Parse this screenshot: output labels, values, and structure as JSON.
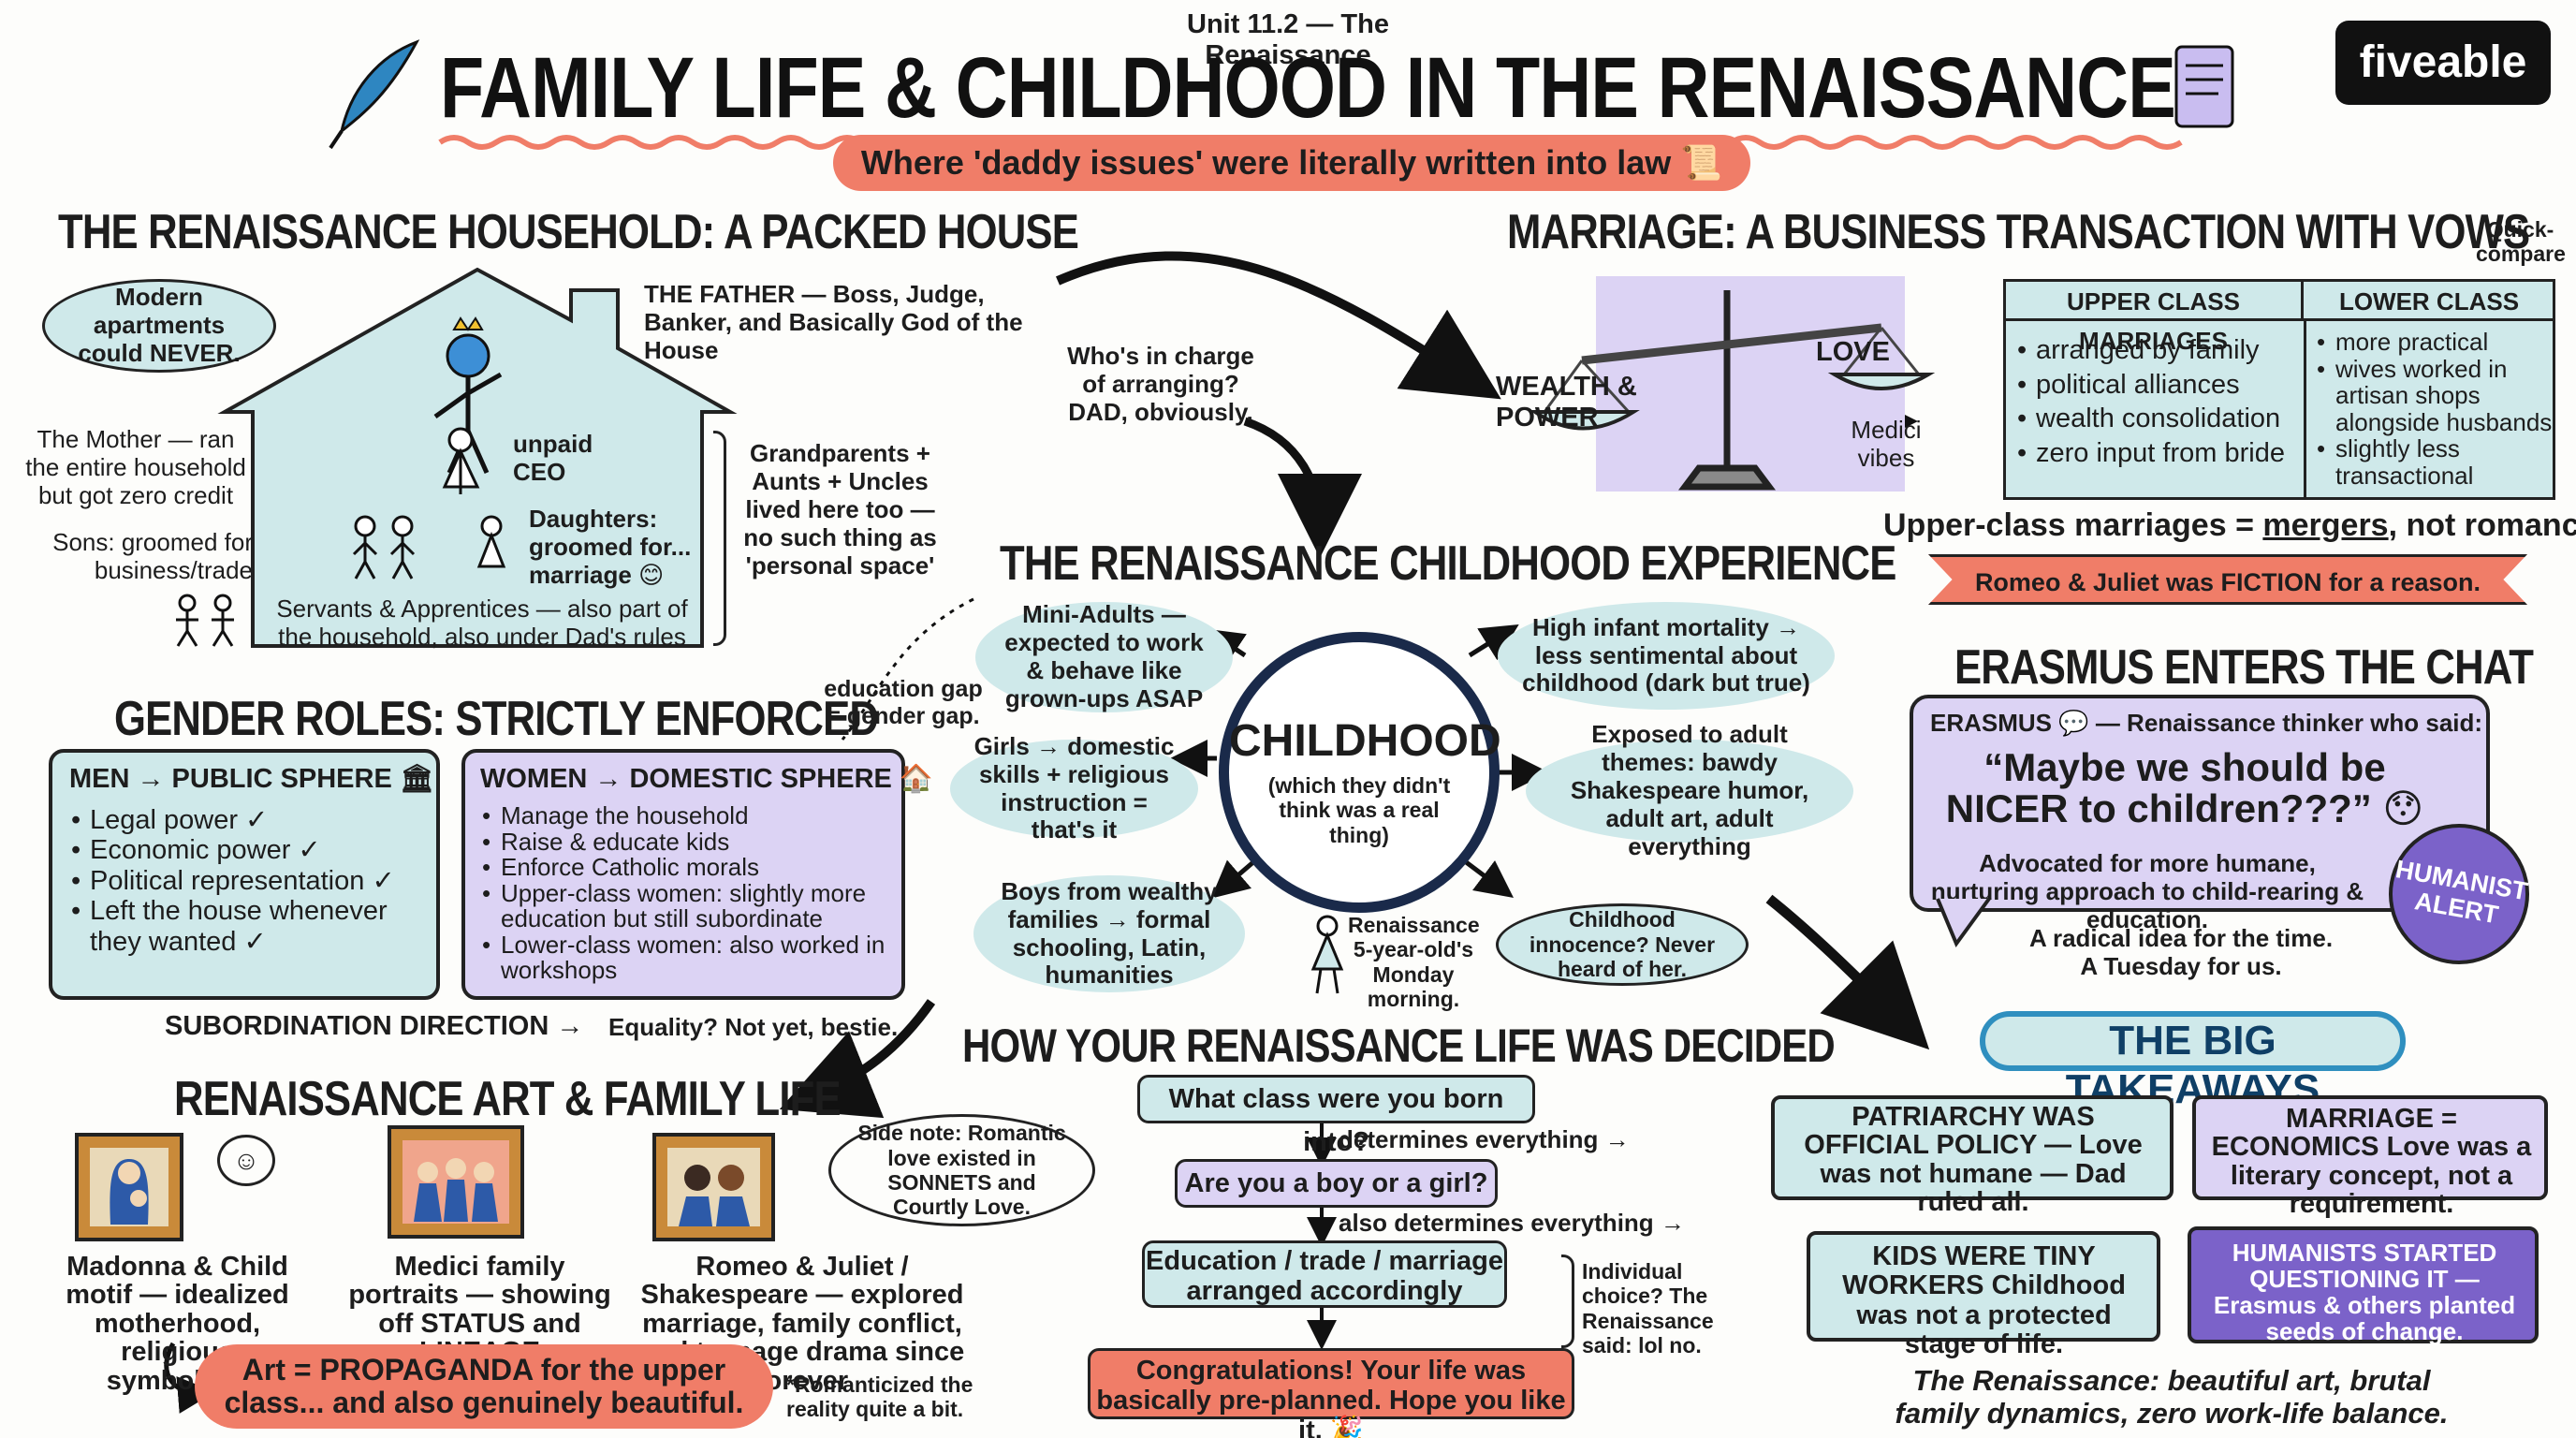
{
  "header": {
    "unit": "Unit 11.2 — The Renaissance",
    "title": "FAMILY LIFE & CHILDHOOD IN THE RENAISSANCE",
    "subtitle": "Where 'daddy issues' were literally written into law 📜",
    "logo": "fiveable"
  },
  "household": {
    "title": "THE RENAISSANCE HOUSEHOLD: A PACKED HOUSE",
    "apartments_bubble": "Modern apartments could NEVER.",
    "father": "THE FATHER — Boss, Judge, Banker, and Basically God of the House",
    "mother": "The Mother — ran the entire household but got zero credit",
    "unpaid": "unpaid CEO",
    "sons": "Sons: groomed for business/trade",
    "daughters": "Daughters: groomed for... marriage 😊",
    "servants": "Servants & Apprentices — also part of the household, also under Dad's rules",
    "grandparents": "Grandparents + Aunts + Uncles lived here too — no such thing as 'personal space'"
  },
  "arranging": "Who's in charge of arranging? DAD, obviously.",
  "marriage": {
    "title": "MARRIAGE: A BUSINESS TRANSACTION WITH VOWS",
    "quick": "Quick-compare",
    "wealth": "WEALTH & POWER",
    "love": "LOVE",
    "medici": "Medici vibes",
    "upper_header": "UPPER CLASS MARRIAGES",
    "lower_header": "LOWER CLASS",
    "upper": [
      "arranged by family",
      "political alliances",
      "wealth consolidation",
      "zero input from bride"
    ],
    "lower": [
      "more practical",
      "wives worked in artisan shops alongside husbands",
      "slightly less transactional"
    ],
    "mergers_pre": "Upper-class marriages = ",
    "mergers_u": "mergers",
    "mergers_post": ", not romance.",
    "romeo": "Romeo & Juliet was FICTION for a reason."
  },
  "childhood": {
    "title": "THE RENAISSANCE CHILDHOOD EXPERIENCE",
    "center": "CHILDHOOD",
    "center_sub": "(which they didn't think was a real thing)",
    "mini": "Mini-Adults — expected to work & behave like grown-ups ASAP",
    "infant": "High infant mortality → less sentimental about childhood (dark but true)",
    "girls": "Girls → domestic skills + religious instruction = that's it",
    "exposed": "Exposed to adult themes: bawdy Shakespeare humor, adult art, adult everything",
    "boys": "Boys from wealthy families → formal schooling, Latin, humanities",
    "monday": "Renaissance 5-year-old's Monday morning.",
    "innocence": "Childhood innocence? Never heard of her.",
    "edgap": "education gap = gender gap."
  },
  "gender": {
    "title": "GENDER ROLES: STRICTLY ENFORCED",
    "men_title": "MEN → PUBLIC SPHERE 🏛",
    "men": [
      "Legal power ✓",
      "Economic power ✓",
      "Political representation ✓",
      "Left the house whenever they wanted ✓"
    ],
    "women_title": "WOMEN → DOMESTIC SPHERE 🏠",
    "women": [
      "Manage the household",
      "Raise & educate kids",
      "Enforce Catholic morals",
      "Upper-class women: slightly more education but still subordinate",
      "Lower-class women: also worked in workshops"
    ],
    "subordination": "SUBORDINATION DIRECTION →",
    "equality": "Equality? Not yet, bestie."
  },
  "erasmus": {
    "title": "ERASMUS ENTERS THE CHAT",
    "label": "ERASMUS 💬 — Renaissance thinker who said:",
    "quote": "“Maybe we should be NICER to children???” 😯",
    "advocated": "Advocated for more humane, nurturing approach to child-rearing & education.",
    "badge": "HUMANIST ALERT",
    "radical": "A radical idea for the time. A Tuesday for us."
  },
  "art": {
    "title": "RENAISSANCE ART & FAMILY LIFE",
    "madonna": "Madonna & Child motif — idealized motherhood, religious symbolism",
    "medici": "Medici family portraits — showing off STATUS and LINEAGE",
    "romeo": "Romeo & Juliet / Shakespeare — explored marriage, family conflict, and teenage drama since forever",
    "side": "Side note: Romantic love existed in SONNETS and Courtly Love.",
    "propaganda": "Art = PROPAGANDA for the upper class... and also genuinely beautiful.",
    "romanticized": "*Romanticized the reality quite a bit."
  },
  "flow": {
    "title": "HOW YOUR RENAISSANCE LIFE WAS DECIDED",
    "q1": "What class were you born into?",
    "d1": "determines everything →",
    "q2": "Are you a boy or a girl?",
    "d2": "also determines everything →",
    "q3": "Education / trade / marriage arranged accordingly",
    "q4": "Congratulations! Your life was basically pre-planned. Hope you like it. 🎉",
    "individual": "Individual choice? The Renaissance said: lol no."
  },
  "takeaways": {
    "title": "THE BIG TAKEAWAYS",
    "t1": "PATRIARCHY WAS OFFICIAL POLICY — Love was not humane — Dad ruled all.",
    "t2": "MARRIAGE = ECONOMICS Love was a literary concept, not a requirement.",
    "t3": "KIDS WERE TINY WORKERS Childhood was not a protected stage of life.",
    "t4": "HUMANISTS STARTED QUESTIONING IT — Erasmus & others planted seeds of change.",
    "closing": "The Renaissance: beautiful art, brutal family dynamics, zero work-life balance."
  },
  "colors": {
    "teal": "#cfe9ea",
    "lavender": "#dcd3f4",
    "coral": "#f07d68",
    "purple": "#7b62c9",
    "blue_banner": "#2f8fbf"
  }
}
